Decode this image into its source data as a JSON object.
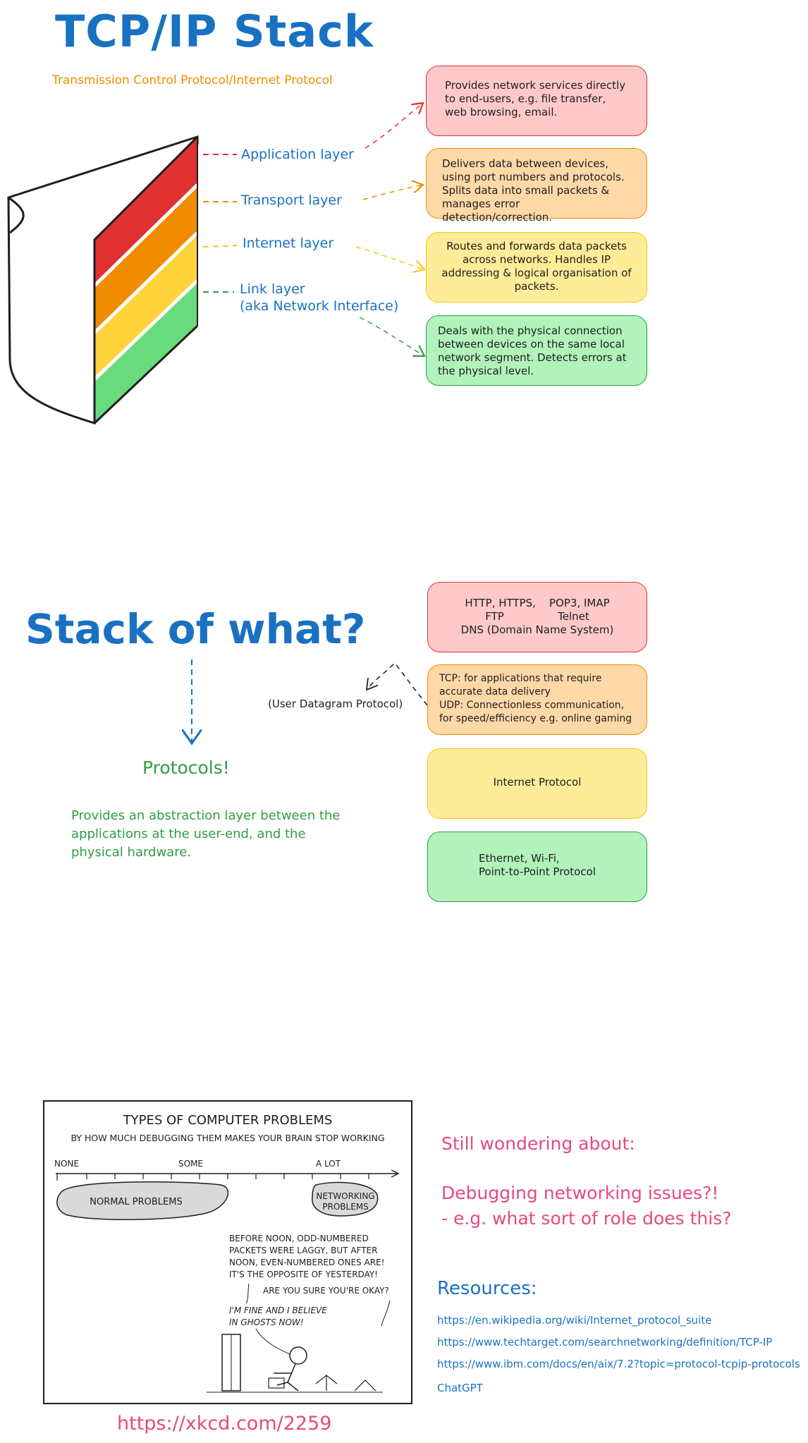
{
  "header": {
    "title": "TCP/IP Stack",
    "subtitle": "Transmission Control Protocol/Internet Protocol"
  },
  "layers": [
    {
      "label": "Application layer",
      "color": "#e03131",
      "desc": "Provides network services directly to end-users, e.g. file transfer, web browsing, email."
    },
    {
      "label": "Transport layer",
      "color": "#f08c00",
      "desc": "Delivers data between devices, using port numbers and protocols. Splits data into small packets & manages error detection/correction."
    },
    {
      "label": "Internet layer",
      "color": "#fcc419",
      "desc": "Routes and forwards data packets across networks. Handles IP addressing & logical organisation of packets."
    },
    {
      "label": "Link layer",
      "label2": "(aka Network Interface)",
      "color": "#2f9e44",
      "desc": "Deals with the physical connection between devices on the same local network segment. Detects errors at the physical level."
    }
  ],
  "stack_section": {
    "title": "Stack of what?",
    "protocols_label": "Protocols!",
    "protocols_desc": "Provides an abstraction layer between the applications at the user-end, and the physical hardware.",
    "udp_note": "(User Datagram Protocol)",
    "boxes": [
      {
        "line1": "HTTP, HTTPS,    POP3, IMAP",
        "line2": "FTP                Telnet",
        "line3": "DNS (Domain Name System)"
      },
      {
        "line1": "TCP: for applications that require",
        "line2": "accurate data delivery",
        "line3": "UDP: Connectionless communication,",
        "line4": "for speed/efficiency e.g. online gaming"
      },
      {
        "line1": "Internet Protocol"
      },
      {
        "line1": "Ethernet, Wi-Fi,",
        "line2": "Point-to-Point Protocol"
      }
    ]
  },
  "comic": {
    "title": "TYPES OF COMPUTER PROBLEMS",
    "subtitle": "BY HOW MUCH DEBUGGING THEM MAKES YOUR BRAIN STOP WORKING",
    "tick_none": "NONE",
    "tick_some": "SOME",
    "tick_alot": "A LOT",
    "normal": "NORMAL PROBLEMS",
    "networking1": "NETWORKING",
    "networking2": "PROBLEMS",
    "speech1": [
      "BEFORE NOON, ODD-NUMBERED",
      "PACKETS WERE LAGGY, BUT AFTER",
      "NOON, EVEN-NUMBERED ONES ARE!",
      "IT'S THE OPPOSITE OF YESTERDAY!"
    ],
    "speech2": "ARE YOU SURE YOU'RE OKAY?",
    "speech3": [
      "I'M FINE AND I BELIEVE",
      "IN GHOSTS NOW!"
    ],
    "source": "https://xkcd.com/2259"
  },
  "wondering": {
    "heading": "Still wondering about:",
    "line1": "Debugging networking issues?!",
    "line2": "- e.g. what sort of role does this?"
  },
  "resources": {
    "heading": "Resources:",
    "links": [
      "https://en.wikipedia.org/wiki/Internet_protocol_suite",
      "https://www.techtarget.com/searchnetworking/definition/TCP-IP",
      "https://www.ibm.com/docs/en/aix/7.2?topic=protocol-tcpip-protocols",
      "ChatGPT"
    ]
  }
}
